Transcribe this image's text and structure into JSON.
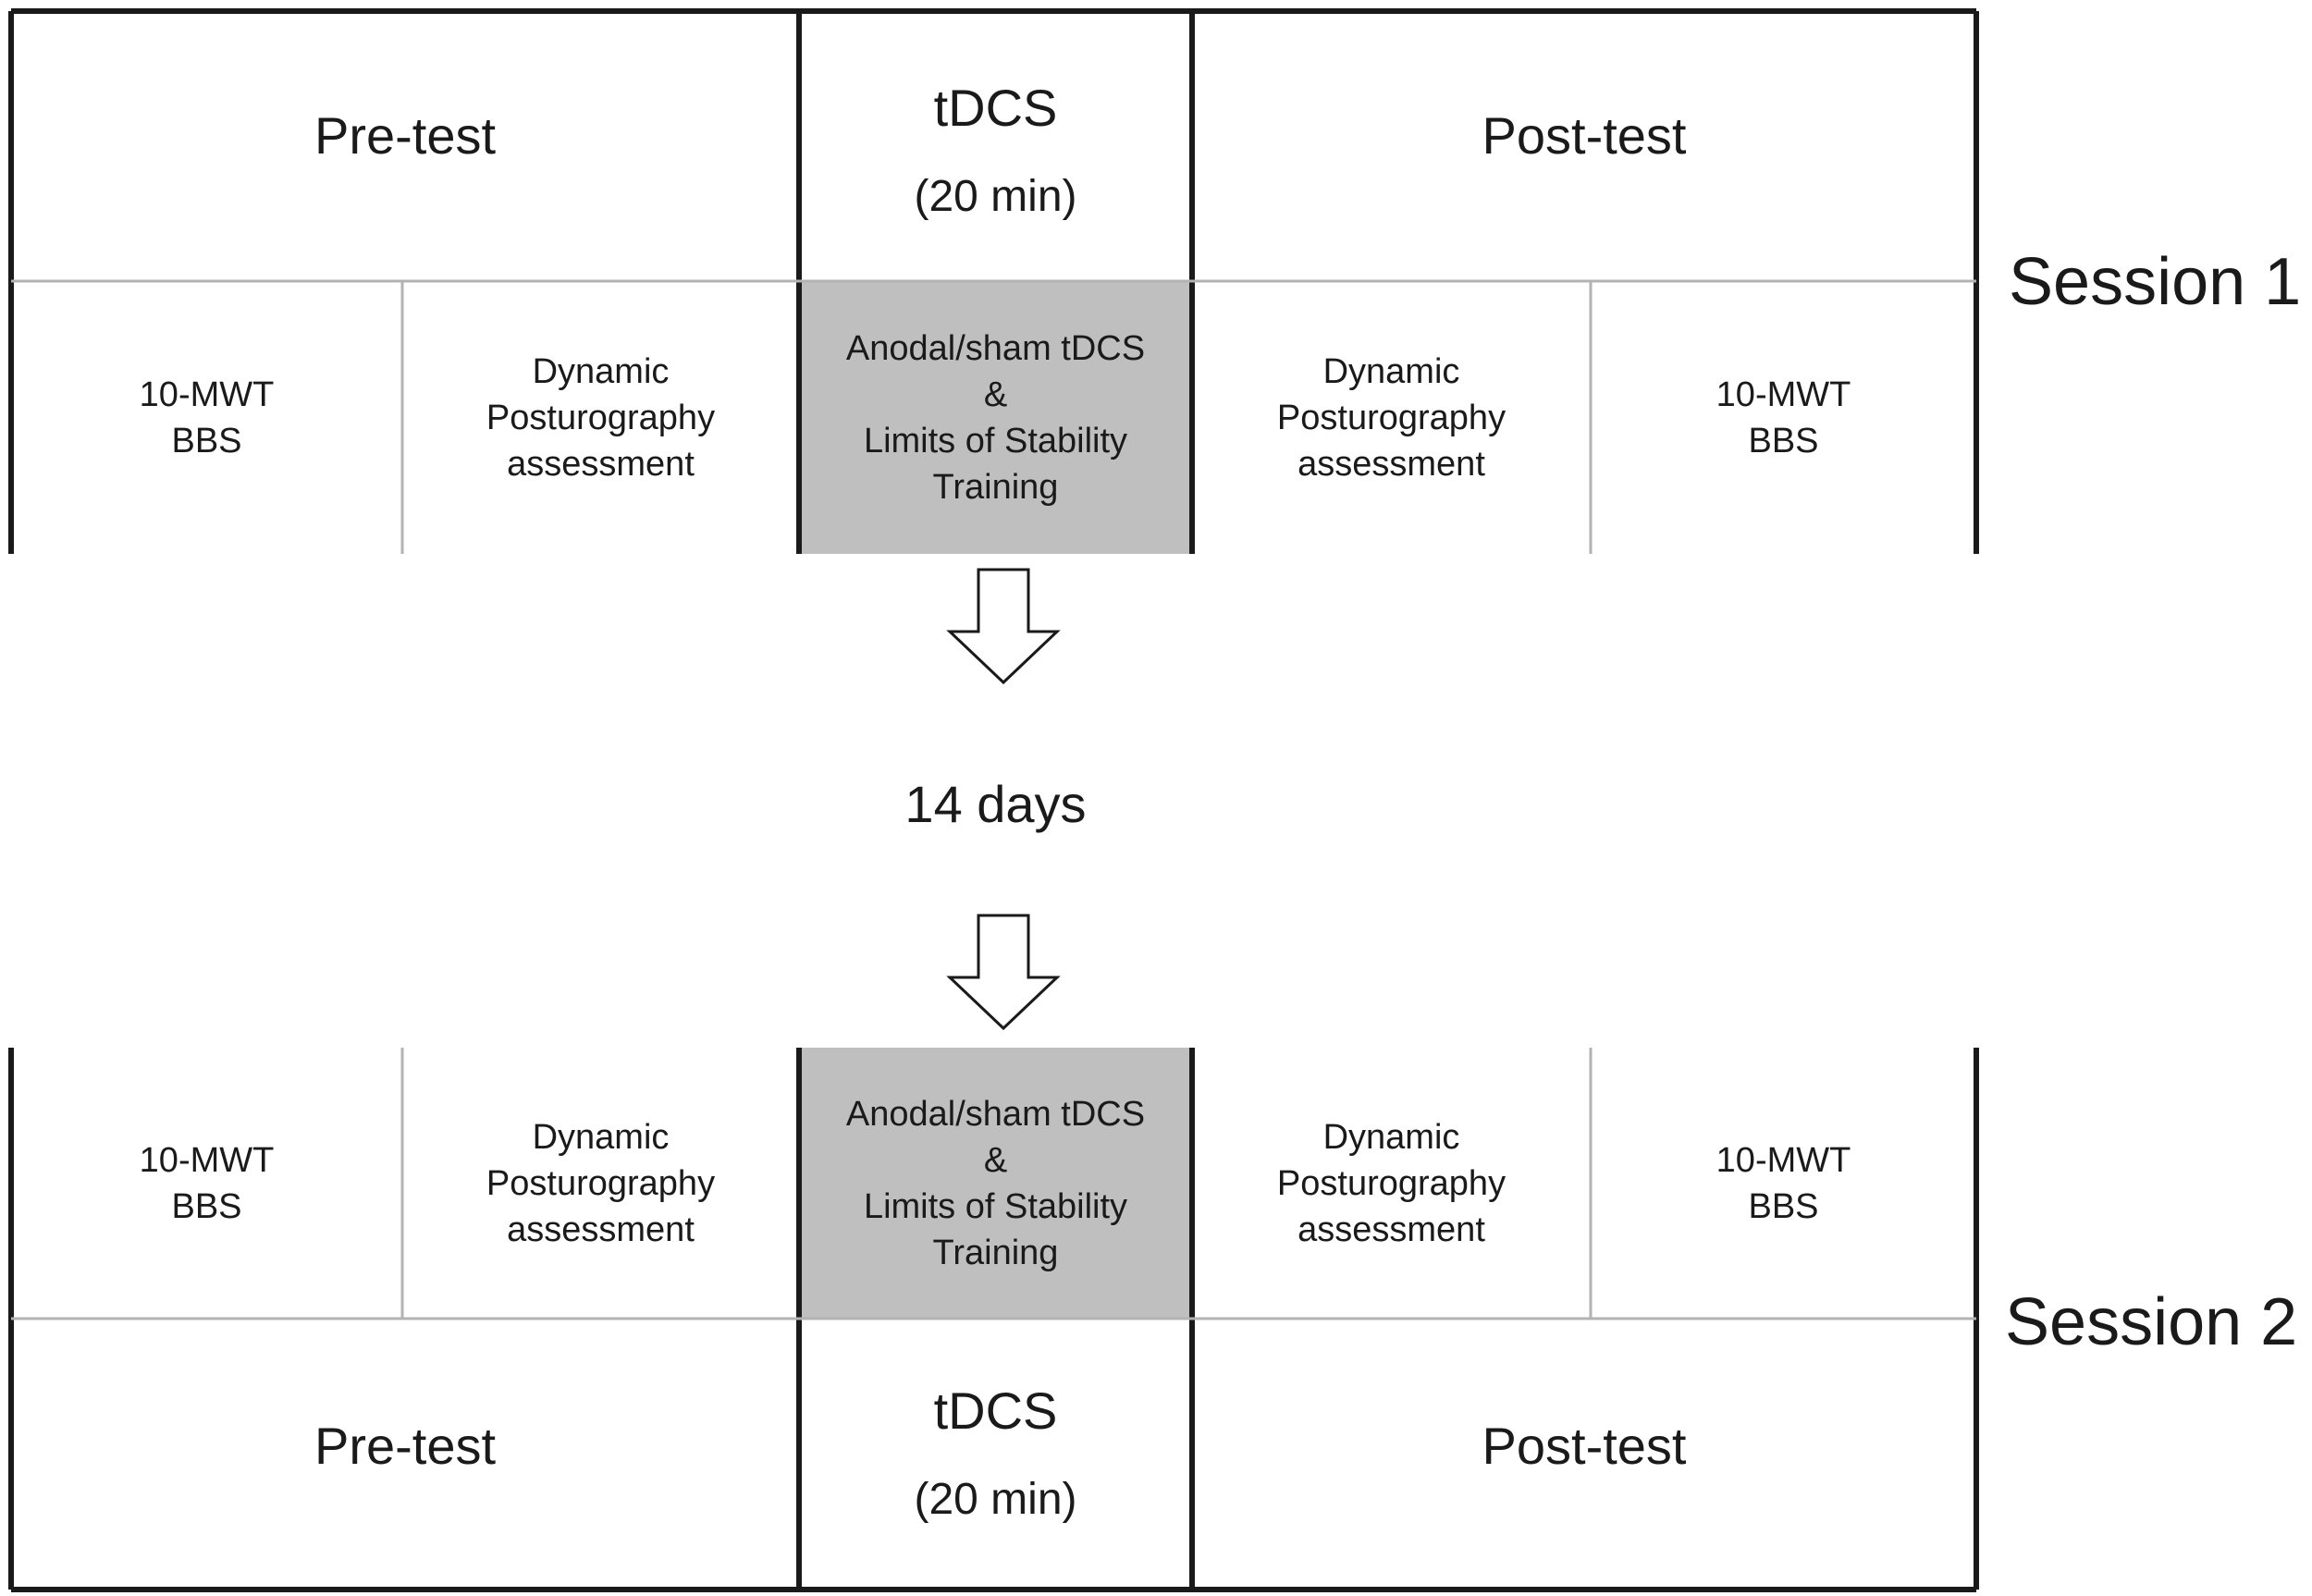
{
  "session1": {
    "label": "Session 1",
    "phases": {
      "pre": "Pre-test",
      "tdcs": "tDCS",
      "tdcs_duration": "(20 min)",
      "post": "Post-test"
    },
    "steps": {
      "pre_clinical": [
        "10-MWT",
        "BBS"
      ],
      "pre_posturography": [
        "Dynamic",
        "Posturography",
        "assessment"
      ],
      "intervention": [
        "Anodal/sham tDCS",
        "&",
        "Limits of Stability",
        "Training"
      ],
      "post_posturography": [
        "Dynamic",
        "Posturography",
        "assessment"
      ],
      "post_clinical": [
        "10-MWT",
        "BBS"
      ]
    }
  },
  "interval": "14 days",
  "session2": {
    "label": "Session 2",
    "phases": {
      "pre": "Pre-test",
      "tdcs": "tDCS",
      "tdcs_duration": "(20 min)",
      "post": "Post-test"
    },
    "steps": {
      "pre_clinical": [
        "10-MWT",
        "BBS"
      ],
      "pre_posturography": [
        "Dynamic",
        "Posturography",
        "assessment"
      ],
      "intervention": [
        "Anodal/sham tDCS",
        "&",
        "Limits of Stability",
        "Training"
      ],
      "post_posturography": [
        "Dynamic",
        "Posturography",
        "assessment"
      ],
      "post_clinical": [
        "10-MWT",
        "BBS"
      ]
    }
  },
  "colors": {
    "frame": "#1a1a1a",
    "divider": "#b3b3b3",
    "intervention_fill": "#bfbfbf",
    "arrow_fill": "#ffffff"
  }
}
